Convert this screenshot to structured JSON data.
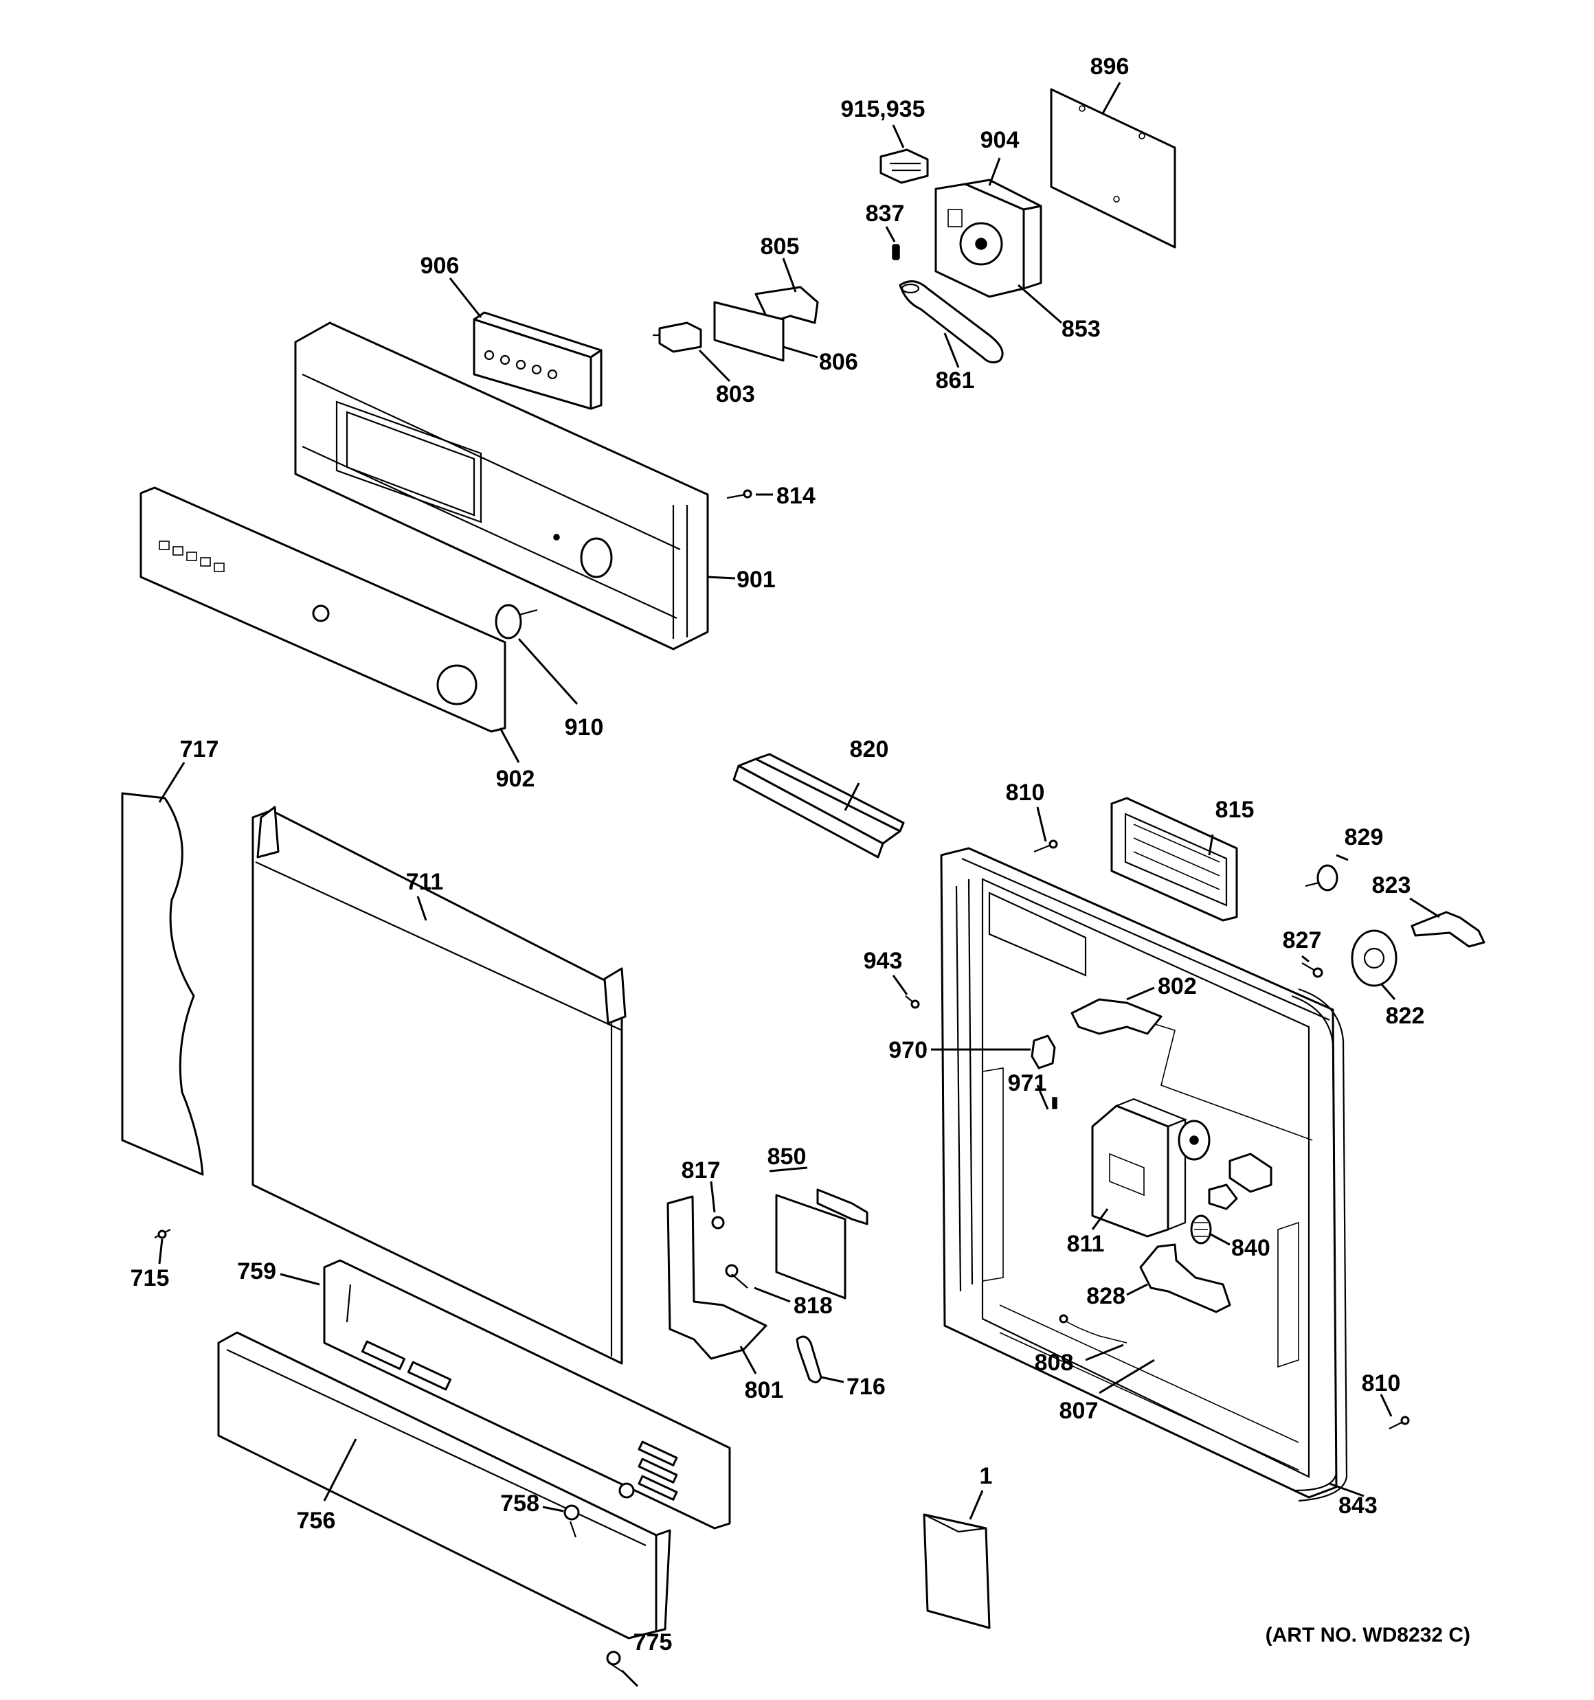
{
  "labels": {
    "p896": "896",
    "p915_935": "915,935",
    "p904": "904",
    "p837": "837",
    "p805": "805",
    "p906": "906",
    "p853": "853",
    "p806": "806",
    "p861": "861",
    "p803": "803",
    "p814": "814",
    "p901": "901",
    "p910": "910",
    "p902": "902",
    "p717": "717",
    "p820": "820",
    "p810a": "810",
    "p815": "815",
    "p829": "829",
    "p823": "823",
    "p711": "711",
    "p827": "827",
    "p943": "943",
    "p802": "802",
    "p822": "822",
    "p970": "970",
    "p971": "971",
    "p817": "817",
    "p850": "850",
    "p811": "811",
    "p840": "840",
    "p715": "715",
    "p759": "759",
    "p818": "818",
    "p828": "828",
    "p801": "801",
    "p716": "716",
    "p808": "808",
    "p810b": "810",
    "p807": "807",
    "p756": "756",
    "p758": "758",
    "p843": "843",
    "p1": "1",
    "p775": "775"
  },
  "art_number": "(ART NO. WD8232 C)"
}
